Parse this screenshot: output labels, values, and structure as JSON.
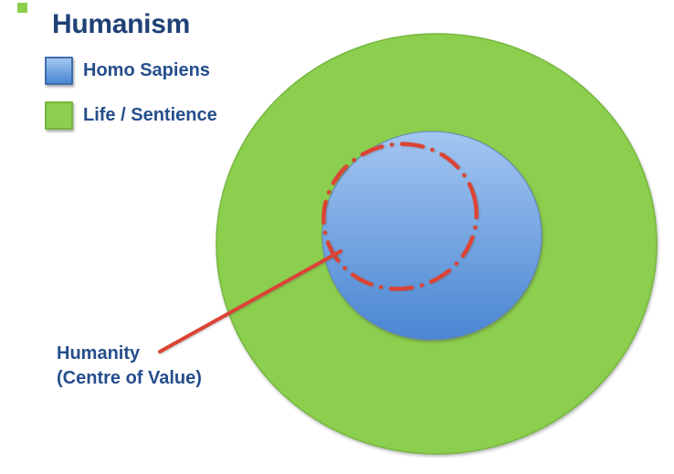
{
  "title": "Humanism",
  "legend": {
    "items": [
      {
        "label": "Homo Sapiens"
      },
      {
        "label": "Life / Sentience"
      }
    ]
  },
  "annotation": {
    "line1": "Humanity",
    "line2": "(Centre of Value)"
  },
  "diagram": {
    "outer_circle_label": "Life / Sentience",
    "inner_circle_label": "Homo Sapiens",
    "dashed_circle_label": "Humanity (Centre of Value)"
  },
  "colors": {
    "text_title": "#1E4076",
    "text_label": "#254E8C",
    "green": "#8CCE4E",
    "green_border": "#76B83E",
    "blue_gradient_top": "#A3C6F1",
    "blue_gradient_bottom": "#4A86D2",
    "blue_border": "#3E6CAC",
    "blue_edge": "#5F87BF",
    "red": "#DC4334"
  }
}
